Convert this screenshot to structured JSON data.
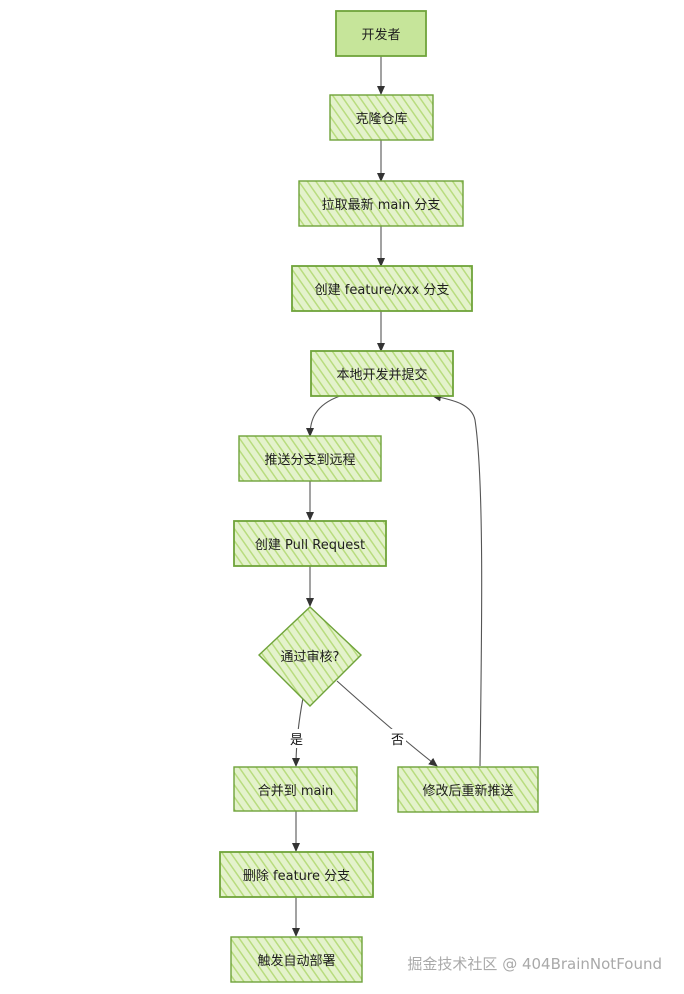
{
  "diagram": {
    "nodes": {
      "developer": "开发者",
      "clone": "克隆仓库",
      "pull_main": "拉取最新 main 分支",
      "create_branch": "创建 feature/xxx 分支",
      "local_dev": "本地开发并提交",
      "push_remote": "推送分支到远程",
      "create_pr": "创建 Pull Request",
      "review": "通过审核?",
      "merge_main": "合并到 main",
      "fix_push": "修改后重新推送",
      "delete_branch": "删除 feature 分支",
      "deploy": "触发自动部署"
    },
    "edges": {
      "yes": "是",
      "no": "否"
    },
    "colors": {
      "fill": "#d6ecb2",
      "hatch": "#b8dc7e",
      "stroke": "#6fa33a",
      "arrow": "#555555"
    }
  },
  "watermark": "掘金技术社区 @ 404BrainNotFound"
}
